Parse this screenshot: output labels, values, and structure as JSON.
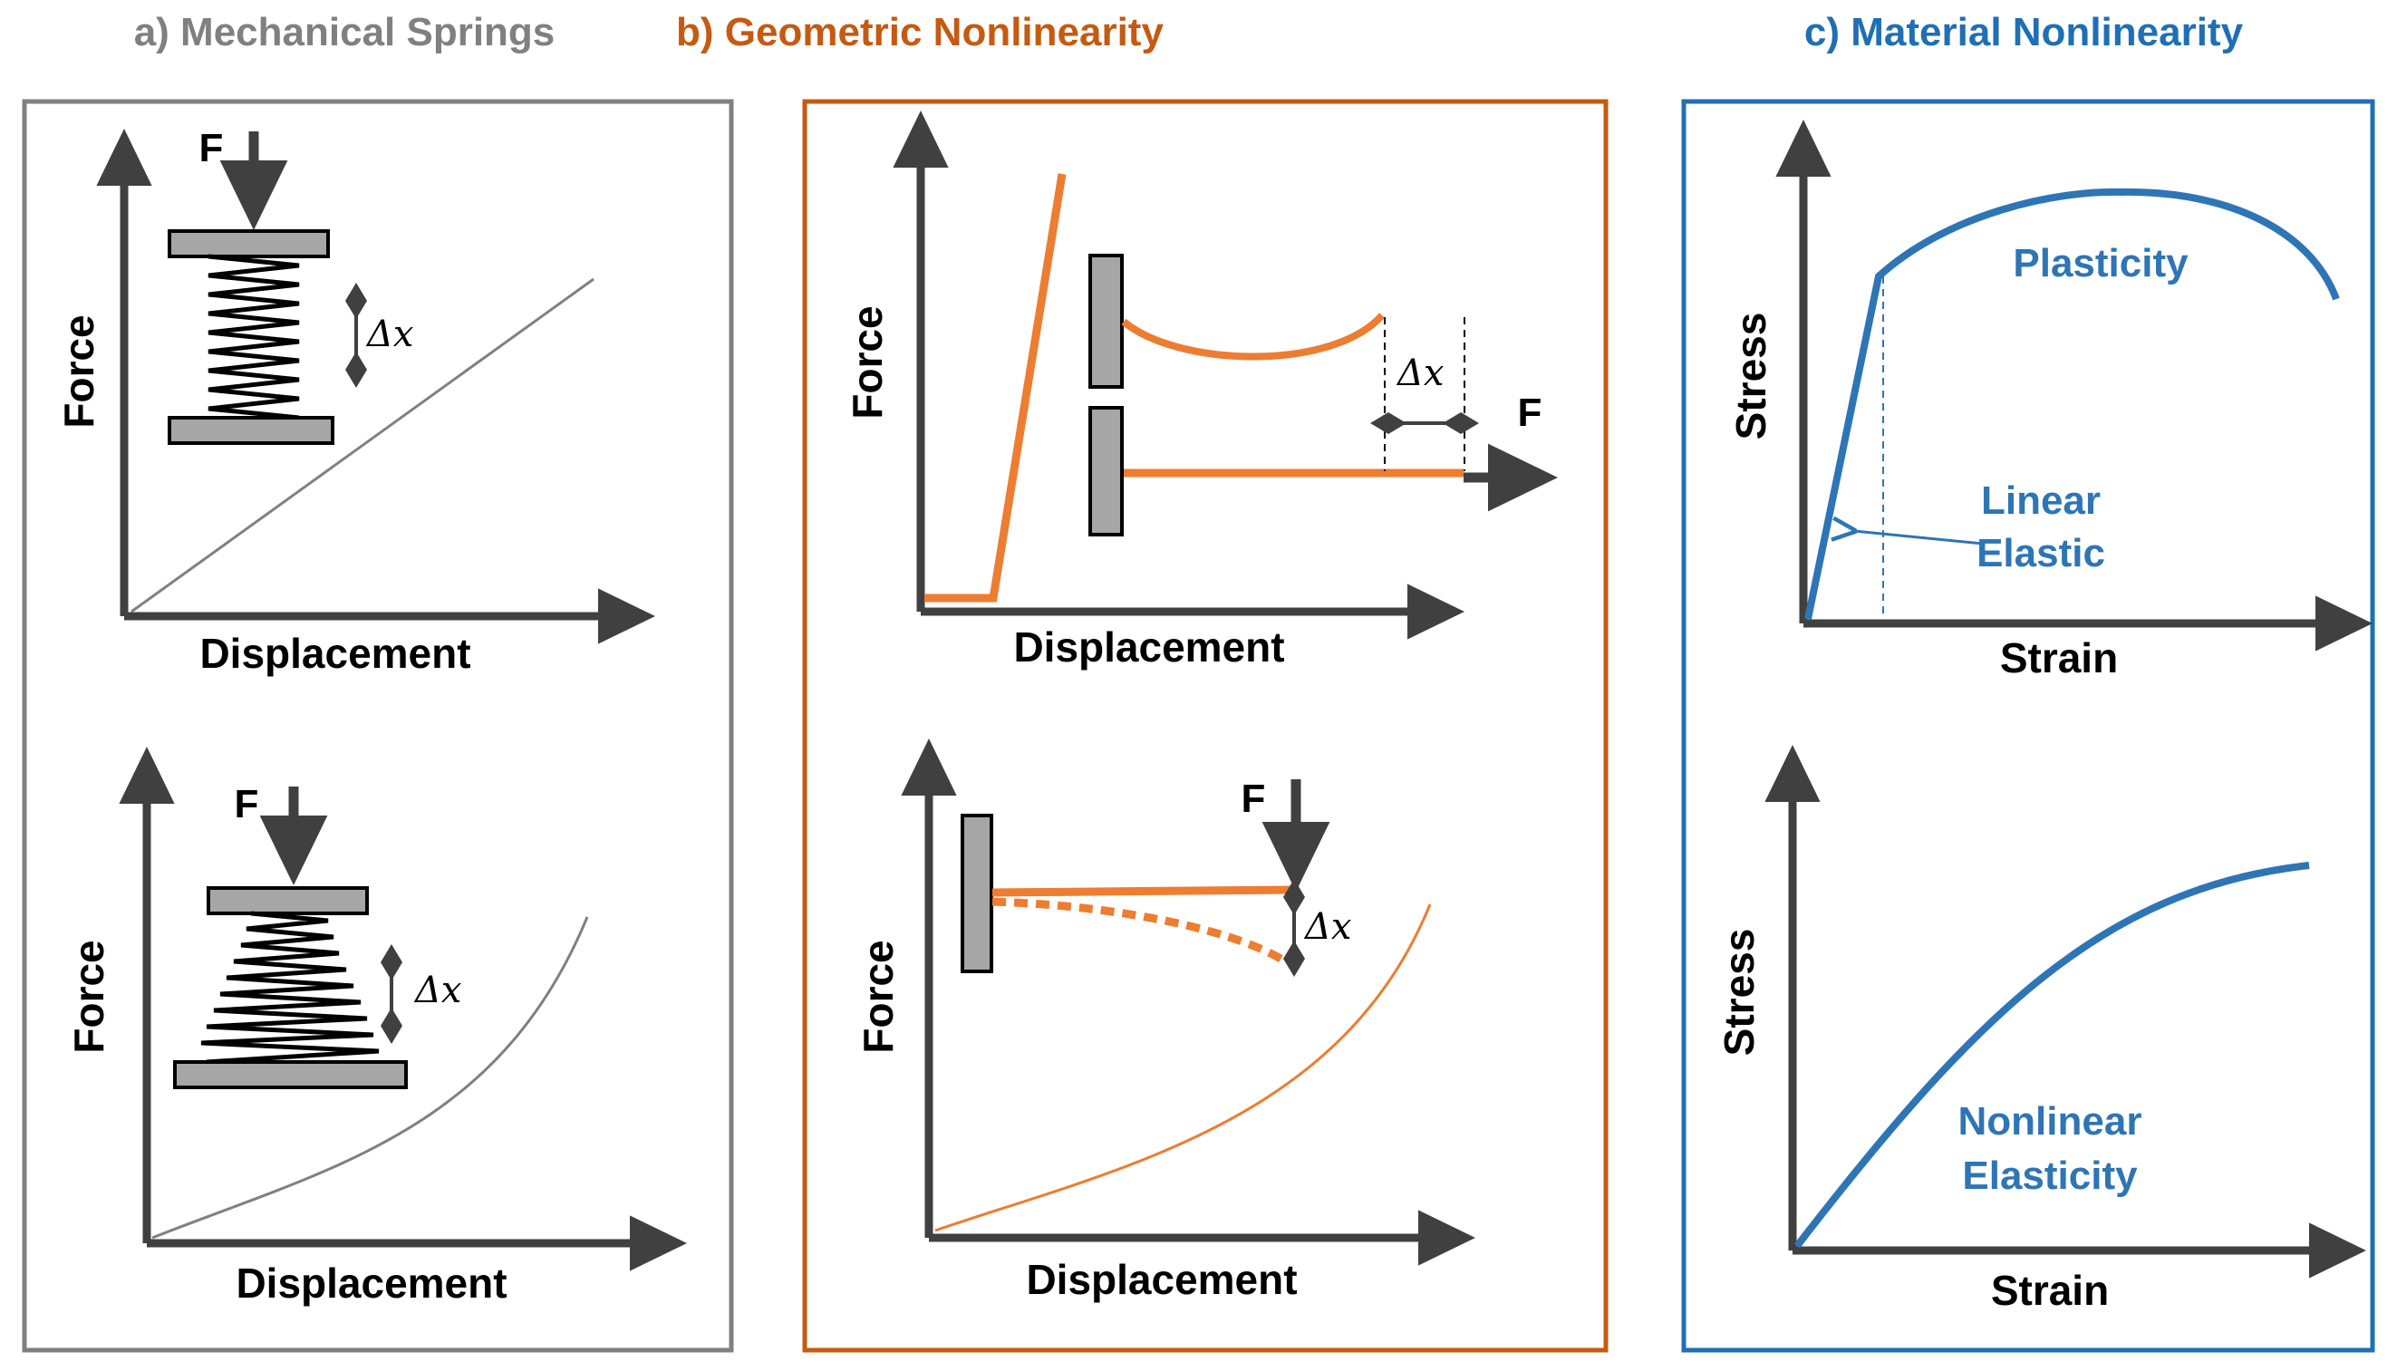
{
  "panel_a": {
    "title": "a) Mechanical Springs",
    "top": {
      "ylabel": "Force",
      "xlabel": "Displacement",
      "force_label": "F",
      "delta_label": "Δx"
    },
    "bottom": {
      "ylabel": "Force",
      "xlabel": "Displacement",
      "force_label": "F",
      "delta_label": "Δx"
    }
  },
  "panel_b": {
    "title": "b) Geometric Nonlinearity",
    "top": {
      "ylabel": "Force",
      "xlabel": "Displacement",
      "force_label": "F",
      "delta_label": "Δx"
    },
    "bottom": {
      "ylabel": "Force",
      "xlabel": "Displacement",
      "force_label": "F",
      "delta_label": "Δx"
    }
  },
  "panel_c": {
    "title": "c) Material Nonlinearity",
    "top": {
      "ylabel": "Stress",
      "xlabel": "Strain",
      "curve_label": "Plasticity",
      "annotation_line1": "Linear",
      "annotation_line2": "Elastic"
    },
    "bottom": {
      "ylabel": "Stress",
      "xlabel": "Strain",
      "curve_label_line1": "Nonlinear",
      "curve_label_line2": "Elasticity"
    }
  },
  "colors": {
    "panel_a": "#808080",
    "panel_b": "#c55a11",
    "panel_c": "#1f6fb5",
    "axis": "#404040",
    "curve_orange": "#ed7d31",
    "curve_blue": "#2e75b6",
    "plate": "#a6a6a6"
  }
}
